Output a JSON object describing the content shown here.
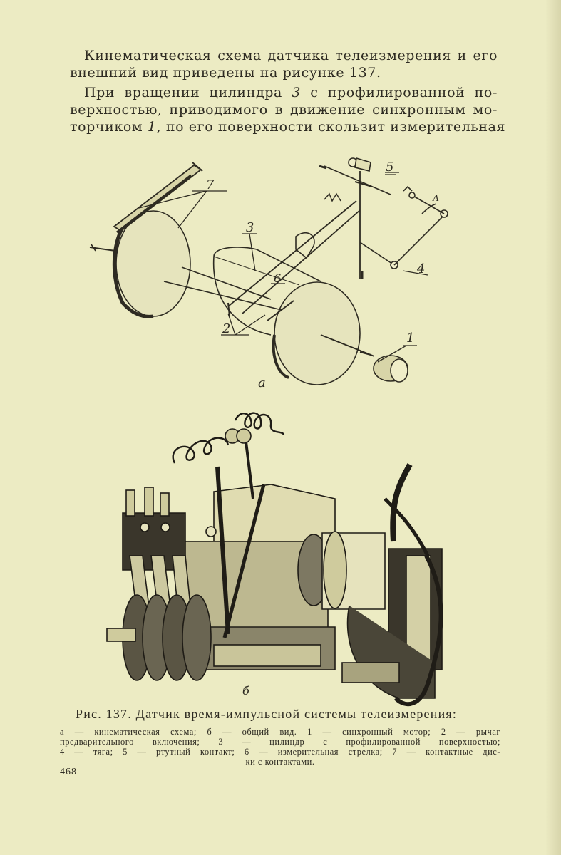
{
  "body_text": {
    "para1": {
      "line1": "Кинематическая схема датчика телеизмерения и его",
      "line2": "внешний вид приведены на рисунке 137."
    },
    "para2": {
      "line1_a": "При вращении цилиндра ",
      "line1_num": "3",
      "line1_b": " с профилированной по-",
      "line2": "верхностью, приводимого в движение синхронным мо-",
      "line3_a": "торчиком ",
      "line3_num": "1",
      "line3_b": ", по его поверхности скользит измерительная"
    }
  },
  "figure": {
    "labels": {
      "part_1": "1",
      "part_2": "2",
      "part_3": "3",
      "part_4": "4",
      "part_5": "5",
      "part_6": "6",
      "part_7": "7",
      "sublabel_a": "а",
      "sublabel_b": "б",
      "arrow_letter": "А"
    }
  },
  "caption": {
    "title": "Рис. 137. Датчик время-импульсной системы телеизмерения:",
    "line1": "а — кинематическая схема; б — общий вид. 1 — синхронный мотор; 2 — рычаг",
    "line2": "предварительного включения; 3 — цилиндр с профилированной поверхностью;",
    "line3": "4 — тяга; 5 — ртутный контакт; 6 — измерительная стрелка; 7 — контактные дис-",
    "line4": "ки с контактами."
  },
  "page_number": "468"
}
